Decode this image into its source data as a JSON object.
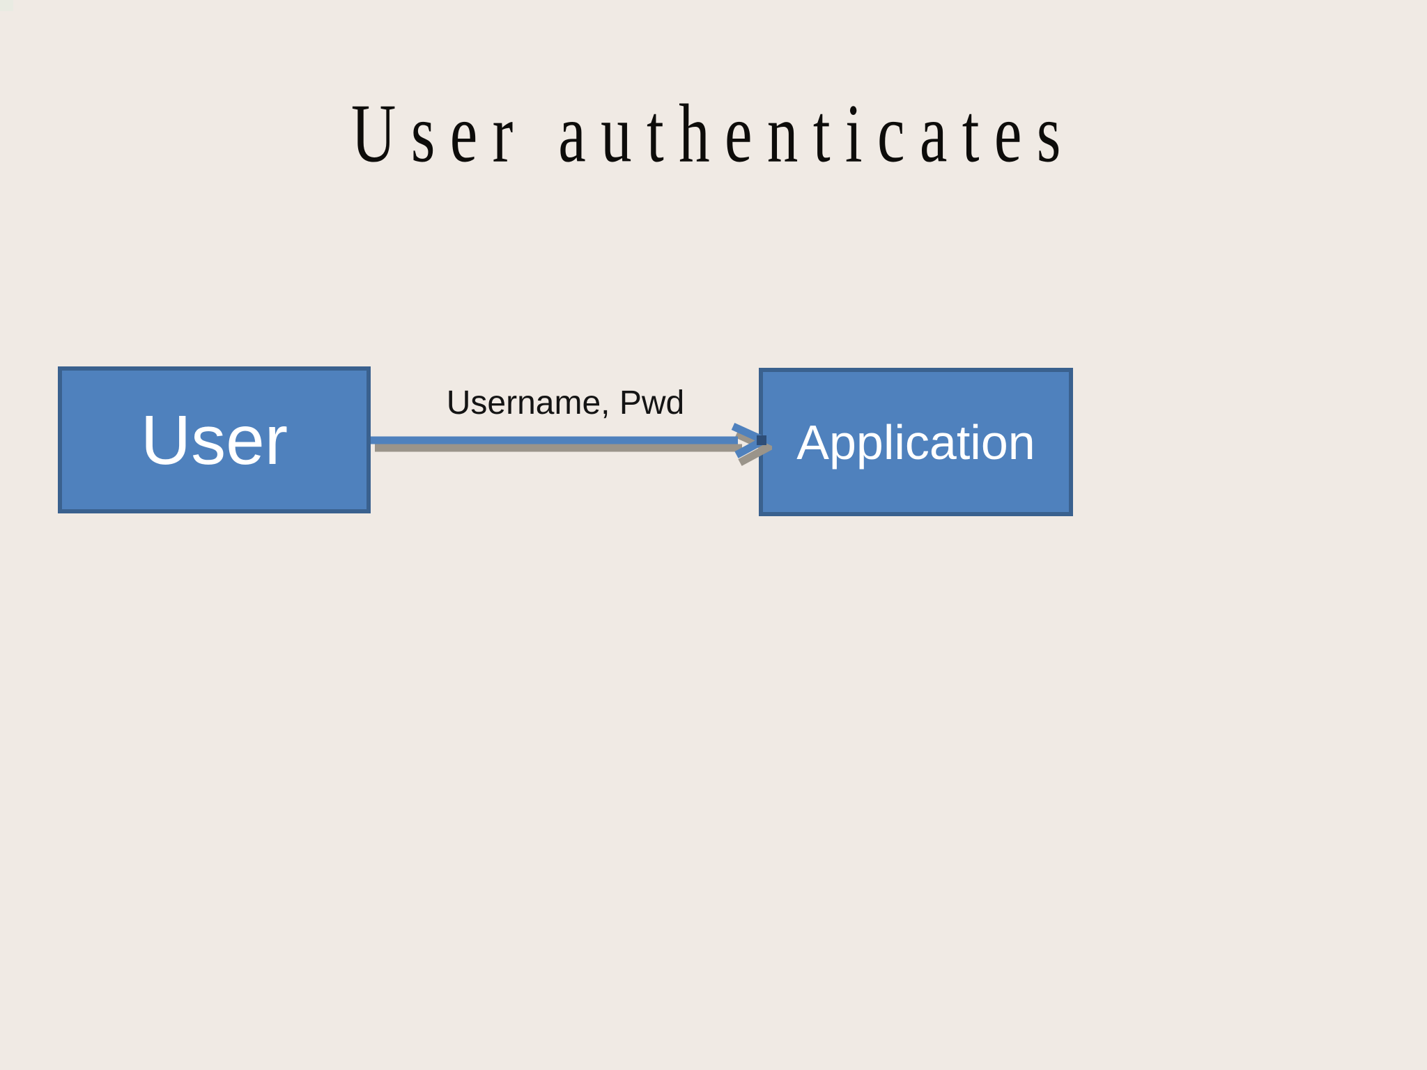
{
  "slide": {
    "title": "User authenticates",
    "background_color": "#F0EAE4",
    "title_color": "#0D0C0A"
  },
  "diagram": {
    "nodes": [
      {
        "id": "user",
        "label": "User"
      },
      {
        "id": "application",
        "label": "Application"
      }
    ],
    "edge": {
      "from": "user",
      "to": "application",
      "label": "Username, Pwd",
      "direction": "right"
    },
    "colors": {
      "node_fill": "#4F81BD",
      "node_border": "#3A618E",
      "node_text": "#FFFFFF",
      "arrow": "#4F81BD",
      "arrow_shadow": "#9A948A",
      "arrow_tip_marker": "#2E4E78",
      "edge_label_color": "#141414"
    }
  }
}
